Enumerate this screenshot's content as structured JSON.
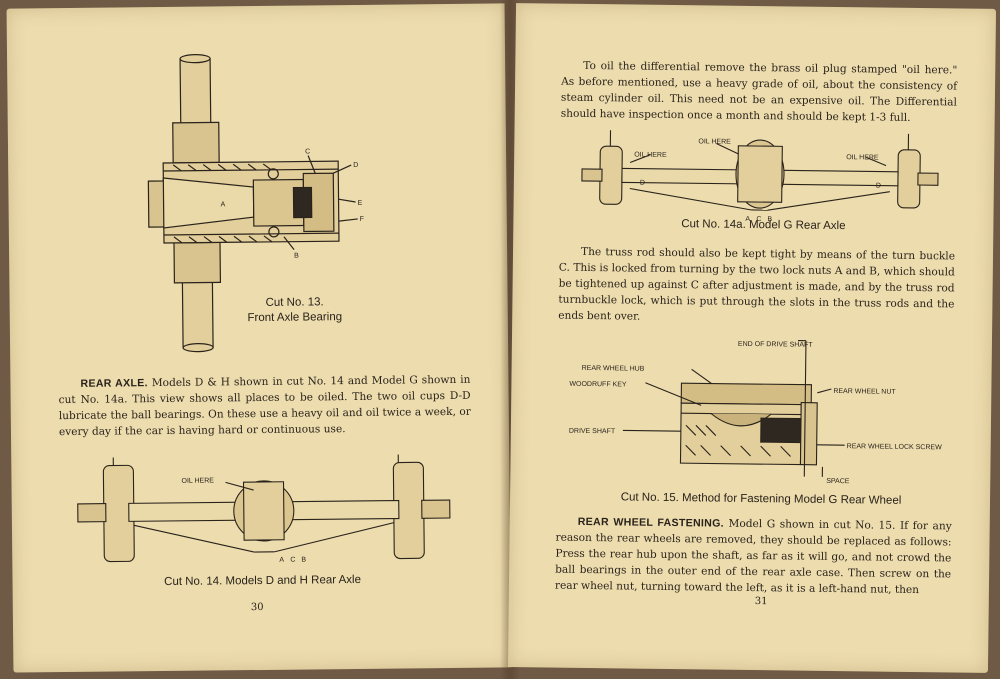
{
  "left_page": {
    "figure1_caption_line1": "Cut No. 13.",
    "figure1_caption_line2": "Front Axle Bearing",
    "figure1_labels": [
      "A",
      "B",
      "C",
      "D",
      "E",
      "F"
    ],
    "section_heading": "REAR AXLE.",
    "section_body": " Models D & H shown in cut No. 14 and Model G shown in cut No. 14a. This view shows all places to be oiled. The two oil cups D-D lubricate the ball bearings. On these use a heavy oil and oil twice a week, or every day if the car is having hard or continuous use.",
    "figure2_label_oil": "OIL HERE",
    "figure2_labels": [
      "A",
      "C",
      "B"
    ],
    "figure2_caption": "Cut No. 14. Models D and H Rear Axle",
    "page_number": "30"
  },
  "right_page": {
    "intro_paragraph": "To oil the differential remove the brass oil plug stamped \"oil here.\" As before mentioned, use a heavy grade of oil, about the consistency of steam cylinder oil. This need not be an expensive oil. The Differential should have inspection once a month and should be kept 1-3 full.",
    "figure3_oil_labels": [
      "OIL HERE",
      "OIL HERE",
      "OIL HERE"
    ],
    "figure3_labels": [
      "D",
      "D",
      "A",
      "C",
      "B"
    ],
    "figure3_caption": "Cut No. 14a. Model G Rear Axle",
    "truss_paragraph": "The truss rod should also be kept tight by means of the turn buckle C. This is locked from turning by the two lock nuts A and B, which should be tightened up against C after adjustment is made, and by the truss rod turnbuckle lock, which is put through the slots in the truss rods and the ends bent over.",
    "figure4_labels": {
      "end_drive_shaft": "END OF DRIVE SHAFT",
      "rear_wheel_hub": "REAR WHEEL HUB",
      "woodruff_key": "WOODRUFF KEY",
      "rear_wheel_nut": "REAR WHEEL NUT",
      "drive_shaft": "DRIVE SHAFT",
      "lock_screw": "REAR WHEEL LOCK SCREW",
      "space": "SPACE"
    },
    "figure4_caption": "Cut No. 15. Method for Fastening Model G Rear Wheel",
    "section_heading": "REAR WHEEL FASTENING.",
    "section_body": " Model G shown in cut No. 15. If for any reason the rear wheels are removed, they should be replaced as follows: Press the rear hub upon the shaft, as far as it will go, and not crowd the ball bearings in the outer end of the rear axle case. Then screw on the rear wheel nut, turning toward the left, as it is a left-hand nut, then",
    "page_number": "31"
  },
  "colors": {
    "paper": "#ecdcae",
    "ink": "#2a231b",
    "background": "#6e5a45"
  }
}
